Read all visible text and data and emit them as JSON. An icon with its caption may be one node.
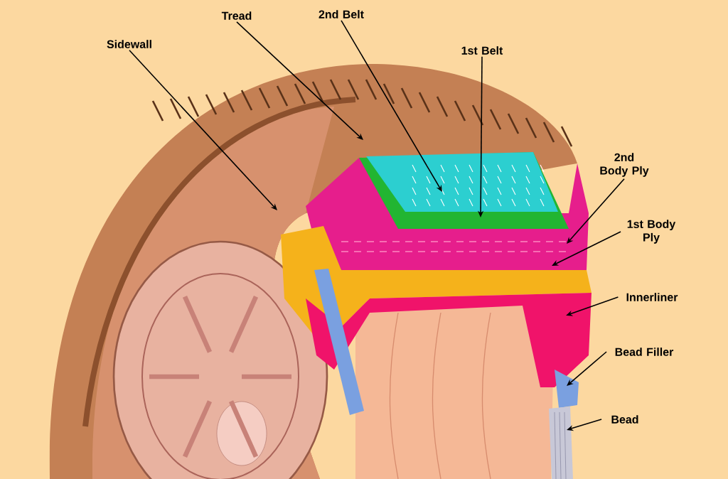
{
  "diagram": {
    "nodes": [
      {
        "text": [
          "Sidewall"
        ]
      },
      {
        "text": [
          "Tread"
        ]
      },
      {
        "text": [
          "2nd Belt"
        ]
      },
      {
        "text": [
          "1st Belt"
        ]
      },
      {
        "text": [
          "2nd Body Ply"
        ]
      },
      {
        "text": [
          "1st Body Ply"
        ]
      },
      {
        "text": [
          "Innerliner"
        ]
      },
      {
        "text": [
          "Bead Filler"
        ]
      },
      {
        "text": [
          "Bead"
        ]
      }
    ],
    "edges": [
      {
        "from": 0,
        "to": null,
        "arrow": "to"
      },
      {
        "from": 1,
        "to": null,
        "arrow": "to"
      },
      {
        "from": 2,
        "to": null,
        "arrow": "to"
      },
      {
        "from": 3,
        "to": null,
        "arrow": "to"
      },
      {
        "from": 4,
        "to": null,
        "arrow": "to"
      },
      {
        "from": 5,
        "to": null,
        "arrow": "to"
      },
      {
        "from": 6,
        "to": null,
        "arrow": "to"
      },
      {
        "from": 7,
        "to": null,
        "arrow": "to"
      },
      {
        "from": 8,
        "to": null,
        "arrow": "to"
      }
    ]
  }
}
